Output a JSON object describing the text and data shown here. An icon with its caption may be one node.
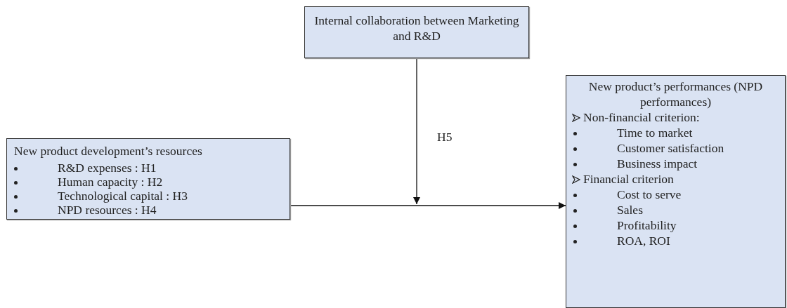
{
  "diagram": {
    "nodes": [
      {
        "text": [
          "Internal collaboration between Marketing and R&D"
        ]
      },
      {
        "text": [
          "New product development’s resources",
          "R&D expenses : H1",
          "Human capacity : H2",
          "Technological capital : H3",
          "NPD resources : H4"
        ]
      },
      {
        "text": [
          "New product’s performances (NPD performances)",
          "Non-financial criterion:",
          "Time to market",
          "Customer satisfaction",
          "Business impact",
          "Financial criterion",
          "Cost to serve",
          "Sales",
          "Profitability",
          "ROA, ROI"
        ]
      }
    ],
    "edges": [
      {
        "from": 1,
        "to": 2,
        "arrow": "to"
      },
      {
        "from": 0,
        "to": null,
        "arrow": "to",
        "label": "H5"
      }
    ]
  }
}
